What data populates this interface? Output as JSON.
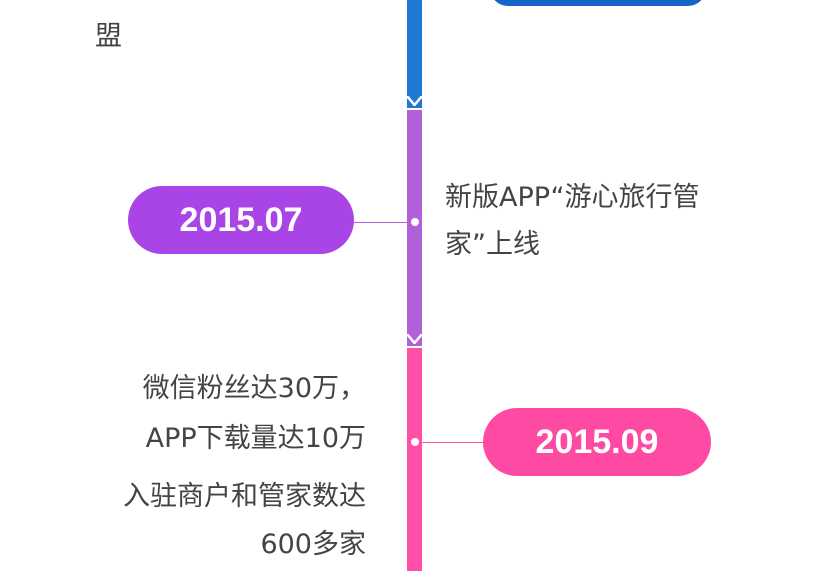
{
  "colors": {
    "blue": "#1f78d1",
    "purple": "#a945e6",
    "pink": "#ff4aa4",
    "text": "#444444"
  },
  "top_fragment": {
    "text": "盟"
  },
  "events": [
    {
      "date": "2015.07",
      "lines": [
        "新版APP“游心旅行管",
        "家”上线"
      ],
      "color": "purple"
    },
    {
      "date": "2015.09",
      "lines": [
        "微信粉丝达30万，",
        "APP下载量达10万",
        "入驻商户和管家数达",
        "600多家"
      ],
      "color": "pink"
    }
  ]
}
